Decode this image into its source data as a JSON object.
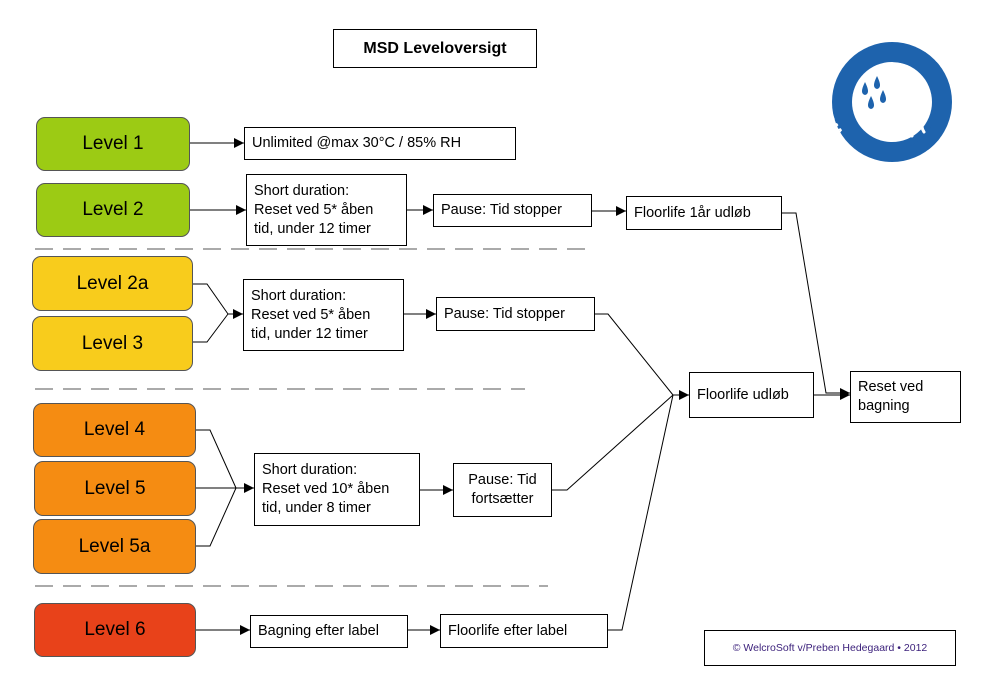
{
  "title": "MSD Leveloversigt",
  "logo": {
    "brand_text": "WELCROSOFT",
    "colors": {
      "blue": "#1e63ad",
      "white": "#ffffff"
    }
  },
  "levels": [
    {
      "id": "level-1",
      "label": "Level 1",
      "color": "#9ccb14"
    },
    {
      "id": "level-2",
      "label": "Level 2",
      "color": "#9ccb14"
    },
    {
      "id": "level-2a",
      "label": "Level 2a",
      "color": "#f8cc1c"
    },
    {
      "id": "level-3",
      "label": "Level 3",
      "color": "#f8cc1c"
    },
    {
      "id": "level-4",
      "label": "Level 4",
      "color": "#f58c12"
    },
    {
      "id": "level-5",
      "label": "Level 5",
      "color": "#f58c12"
    },
    {
      "id": "level-5a",
      "label": "Level 5a",
      "color": "#f58c12"
    },
    {
      "id": "level-6",
      "label": "Level 6",
      "color": "#e8421a"
    }
  ],
  "boxes": {
    "unlimited": "Unlimited @max 30°C / 85% RH",
    "short_duration_a": "Short duration:\nReset ved 5* åben\ntid, under 12 timer",
    "pause_stop_a": "Pause: Tid stopper",
    "floorlife_1ar": "Floorlife 1år udløb",
    "short_duration_b": "Short duration:\nReset ved 5* åben\ntid, under 12 timer",
    "pause_stop_b": "Pause: Tid stopper",
    "floorlife_udlob": "Floorlife udløb",
    "reset_bagning": "Reset ved\nbagning",
    "short_duration_c": "Short duration:\nReset ved 10* åben\ntid, under 8 timer",
    "pause_continue": "Pause: Tid\nfortsætter",
    "bagning_label": "Bagning efter label",
    "floorlife_label": "Floorlife efter label"
  },
  "copyright": "© WelcroSoft v/Preben Hedegaard  •  2012"
}
